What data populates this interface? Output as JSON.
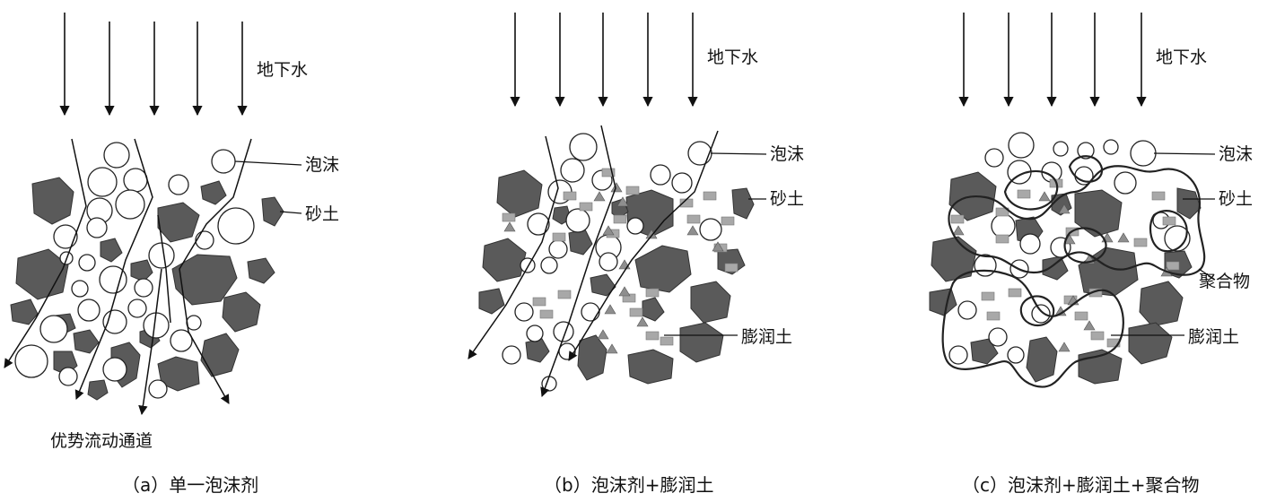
{
  "panels": [
    {
      "id": "a",
      "caption": "（a）单一泡沫剂",
      "labels": {
        "groundwater": "地下水",
        "foam": "泡沫",
        "sand": "砂土",
        "channel": "优势流动通道"
      }
    },
    {
      "id": "b",
      "caption": "（b）泡沫剂+膨润土",
      "labels": {
        "groundwater": "地下水",
        "foam": "泡沫",
        "sand": "砂土",
        "bentonite": "膨润土"
      }
    },
    {
      "id": "c",
      "caption": "（c）泡沫剂+膨润土+聚合物",
      "labels": {
        "groundwater": "地下水",
        "foam": "泡沫",
        "sand": "砂土",
        "polymer": "聚合物",
        "bentonite": "膨润土"
      }
    }
  ],
  "colors": {
    "stone": "#5a5a5a",
    "bubble_fill": "#ffffff",
    "outline": "#222222",
    "bentonite_square": "#a8a8a8",
    "bentonite_triangle": "#8e8e8e"
  }
}
